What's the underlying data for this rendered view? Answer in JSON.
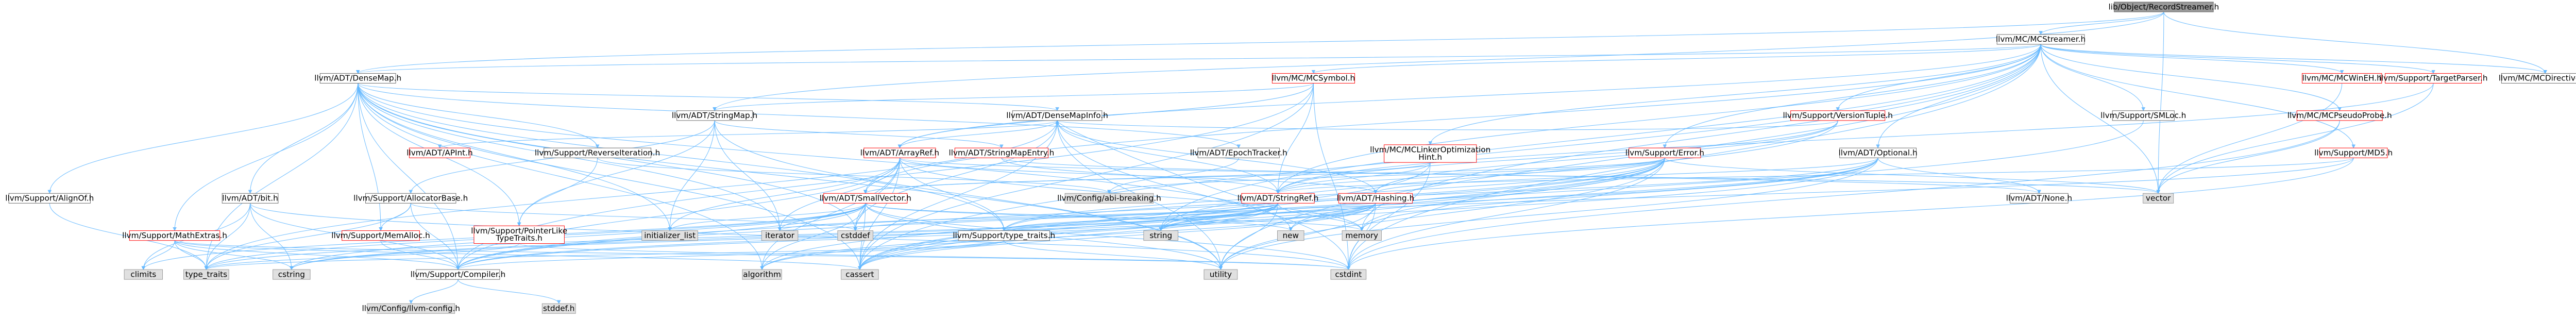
{
  "colors": {
    "edge": "#63b8ff",
    "node_fill": "#ffffff",
    "node_border_incomplete": "#ff0000",
    "node_border_complete": "#666666",
    "external_fill": "#e0e0e0",
    "external_border": "#999999",
    "root_fill": "#999999",
    "root_border": "#666666"
  },
  "nodes": [
    {
      "id": "root",
      "label": "lib/Object/RecordStreamer.h",
      "style": "root"
    },
    {
      "id": "mcstr",
      "label": "llvm/MC/MCStreamer.h",
      "style": "local"
    },
    {
      "id": "dmap",
      "label": "llvm/ADT/DenseMap.h",
      "style": "local"
    },
    {
      "id": "mcsym",
      "label": "llvm/MC/MCSymbol.h",
      "style": "incomplete"
    },
    {
      "id": "dmapi",
      "label": "llvm/ADT/DenseMapInfo.h",
      "style": "local"
    },
    {
      "id": "smap",
      "label": "llvm/ADT/StringMap.h",
      "style": "local"
    },
    {
      "id": "apint",
      "label": "llvm/ADT/APInt.h",
      "style": "incomplete"
    },
    {
      "id": "revit",
      "label": "llvm/Support/ReverseIteration.h",
      "style": "local"
    },
    {
      "id": "arref",
      "label": "llvm/ADT/ArrayRef.h",
      "style": "incomplete"
    },
    {
      "id": "smape",
      "label": "llvm/ADT/StringMapEntry.h",
      "style": "incomplete"
    },
    {
      "id": "epoch",
      "label": "llvm/ADT/EpochTracker.h",
      "style": "local"
    },
    {
      "id": "mclho",
      "label": "llvm/MC/MCLinkerOptimization\nHint.h",
      "style": "incomplete"
    },
    {
      "id": "verst",
      "label": "llvm/Support/VersionTuple.h",
      "style": "incomplete"
    },
    {
      "id": "serr",
      "label": "llvm/Support/Error.h",
      "style": "incomplete"
    },
    {
      "id": "optnl",
      "label": "llvm/ADT/Optional.h",
      "style": "local"
    },
    {
      "id": "smloc",
      "label": "llvm/Support/SMLoc.h",
      "style": "local"
    },
    {
      "id": "mcwin",
      "label": "llvm/MC/MCWinEH.h",
      "style": "incomplete"
    },
    {
      "id": "md5",
      "label": "llvm/Support/MD5.h",
      "style": "incomplete"
    },
    {
      "id": "mcpp",
      "label": "llvm/MC/MCPseudoProbe.h",
      "style": "incomplete"
    },
    {
      "id": "ttp",
      "label": "llvm/Support/TargetParser.h",
      "style": "incomplete"
    },
    {
      "id": "mcdir",
      "label": "llvm/MC/MCDirectives.h",
      "style": "local"
    },
    {
      "id": "align",
      "label": "llvm/Support/AlignOf.h",
      "style": "local"
    },
    {
      "id": "bit",
      "label": "llvm/ADT/bit.h",
      "style": "local"
    },
    {
      "id": "alloc",
      "label": "llvm/Support/AllocatorBase.h",
      "style": "local"
    },
    {
      "id": "svec",
      "label": "llvm/ADT/SmallVector.h",
      "style": "incomplete"
    },
    {
      "id": "sref",
      "label": "llvm/ADT/StringRef.h",
      "style": "incomplete"
    },
    {
      "id": "cfgbrk",
      "label": "llvm/Config/abi-breaking.h",
      "style": "external"
    },
    {
      "id": "hash",
      "label": "llvm/ADT/Hashing.h",
      "style": "incomplete"
    },
    {
      "id": "none",
      "label": "llvm/ADT/None.h",
      "style": "local"
    },
    {
      "id": "mext",
      "label": "llvm/Support/MathExtras.h",
      "style": "incomplete"
    },
    {
      "id": "memal",
      "label": "llvm/Support/MemAlloc.h",
      "style": "incomplete"
    },
    {
      "id": "ptrlk",
      "label": "llvm/Support/PointerLike\nTypeTraits.h",
      "style": "incomplete"
    },
    {
      "id": "inil",
      "label": "initializer_list",
      "style": "external"
    },
    {
      "id": "iter",
      "label": "iterator",
      "style": "external"
    },
    {
      "id": "cstdf",
      "label": "cstddef",
      "style": "external"
    },
    {
      "id": "typtr",
      "label": "llvm/Support/type_traits.h",
      "style": "local"
    },
    {
      "id": "strng",
      "label": "string",
      "style": "external"
    },
    {
      "id": "new",
      "label": "new",
      "style": "external"
    },
    {
      "id": "memory",
      "label": "memory",
      "style": "external"
    },
    {
      "id": "vector",
      "label": "vector",
      "style": "external"
    },
    {
      "id": "clim",
      "label": "climits",
      "style": "external"
    },
    {
      "id": "typet",
      "label": "type_traits",
      "style": "external"
    },
    {
      "id": "cstr",
      "label": "cstring",
      "style": "external"
    },
    {
      "id": "comp",
      "label": "llvm/Support/Compiler.h",
      "style": "local"
    },
    {
      "id": "algo",
      "label": "algorithm",
      "style": "external"
    },
    {
      "id": "cass",
      "label": "cassert",
      "style": "external"
    },
    {
      "id": "util",
      "label": "utility",
      "style": "external"
    },
    {
      "id": "cint",
      "label": "cstdint",
      "style": "external"
    },
    {
      "id": "cfgllvm",
      "label": "llvm/Config/llvm-config.h",
      "style": "external"
    },
    {
      "id": "stddef",
      "label": "stddef.h",
      "style": "external"
    }
  ],
  "edges": [
    [
      "root",
      "mcstr"
    ],
    [
      "root",
      "dmap"
    ],
    [
      "root",
      "smap"
    ],
    [
      "root",
      "mcdir"
    ],
    [
      "root",
      "vector"
    ],
    [
      "mcstr",
      "dmap"
    ],
    [
      "mcstr",
      "mcsym"
    ],
    [
      "mcstr",
      "mclho"
    ],
    [
      "mcstr",
      "verst"
    ],
    [
      "mcstr",
      "serr"
    ],
    [
      "mcstr",
      "optnl"
    ],
    [
      "mcstr",
      "smloc"
    ],
    [
      "mcstr",
      "mcwin"
    ],
    [
      "mcstr",
      "md5"
    ],
    [
      "mcstr",
      "mcpp"
    ],
    [
      "mcstr",
      "ttp"
    ],
    [
      "mcstr",
      "mcdir"
    ],
    [
      "mcstr",
      "arref"
    ],
    [
      "mcstr",
      "svec"
    ],
    [
      "mcstr",
      "sref"
    ],
    [
      "mcstr",
      "cass"
    ],
    [
      "mcstr",
      "cint"
    ],
    [
      "mcstr",
      "memory"
    ],
    [
      "mcstr",
      "strng"
    ],
    [
      "mcstr",
      "util"
    ],
    [
      "mcstr",
      "vector"
    ],
    [
      "dmap",
      "dmapi"
    ],
    [
      "dmap",
      "epoch"
    ],
    [
      "dmap",
      "align"
    ],
    [
      "dmap",
      "comp"
    ],
    [
      "dmap",
      "mext"
    ],
    [
      "dmap",
      "memal"
    ],
    [
      "dmap",
      "revit"
    ],
    [
      "dmap",
      "typtr"
    ],
    [
      "dmap",
      "algo"
    ],
    [
      "dmap",
      "cass"
    ],
    [
      "dmap",
      "cstdf"
    ],
    [
      "dmap",
      "inil"
    ],
    [
      "dmap",
      "iter"
    ],
    [
      "dmap",
      "new"
    ],
    [
      "dmap",
      "typet"
    ],
    [
      "dmap",
      "util"
    ],
    [
      "dmap",
      "bit"
    ],
    [
      "dmap",
      "ptrlk"
    ],
    [
      "mcsym",
      "smap"
    ],
    [
      "mcsym",
      "arref"
    ],
    [
      "mcsym",
      "sref"
    ],
    [
      "mcsym",
      "comp"
    ],
    [
      "mcsym",
      "cass"
    ],
    [
      "mcsym",
      "cint"
    ],
    [
      "dmapi",
      "apint"
    ],
    [
      "dmapi",
      "arref"
    ],
    [
      "dmapi",
      "hash"
    ],
    [
      "dmapi",
      "sref"
    ],
    [
      "dmapi",
      "cass"
    ],
    [
      "dmapi",
      "cstdf"
    ],
    [
      "dmapi",
      "cint"
    ],
    [
      "dmapi",
      "util"
    ],
    [
      "dmapi",
      "typet"
    ],
    [
      "smap",
      "smape"
    ],
    [
      "smap",
      "alloc"
    ],
    [
      "smap",
      "ptrlk"
    ],
    [
      "smap",
      "iter"
    ],
    [
      "smap",
      "inil"
    ],
    [
      "smap",
      "util"
    ],
    [
      "revit",
      "ptrlk"
    ],
    [
      "revit",
      "cfgbrk"
    ],
    [
      "arref",
      "svec"
    ],
    [
      "arref",
      "comp"
    ],
    [
      "arref",
      "hash"
    ],
    [
      "arref",
      "algo"
    ],
    [
      "arref",
      "iter"
    ],
    [
      "arref",
      "memory"
    ],
    [
      "arref",
      "vector"
    ],
    [
      "arref",
      "cass"
    ],
    [
      "arref",
      "cstdf"
    ],
    [
      "arref",
      "inil"
    ],
    [
      "arref",
      "typtr"
    ],
    [
      "smape",
      "sref"
    ],
    [
      "smape",
      "none"
    ],
    [
      "epoch",
      "cfgbrk"
    ],
    [
      "mclho",
      "sref"
    ],
    [
      "mclho",
      "svec"
    ],
    [
      "mclho",
      "cass"
    ],
    [
      "mclho",
      "cint"
    ],
    [
      "verst",
      "sref"
    ],
    [
      "verst",
      "hash"
    ],
    [
      "verst",
      "dmapi"
    ],
    [
      "verst",
      "strng"
    ],
    [
      "serr",
      "cfgbrk"
    ],
    [
      "serr",
      "svec"
    ],
    [
      "serr",
      "sref"
    ],
    [
      "serr",
      "comp"
    ],
    [
      "serr",
      "typtr"
    ],
    [
      "serr",
      "algo"
    ],
    [
      "serr",
      "cass"
    ],
    [
      "serr",
      "cint"
    ],
    [
      "serr",
      "memory"
    ],
    [
      "serr",
      "new"
    ],
    [
      "serr",
      "strng"
    ],
    [
      "serr",
      "util"
    ],
    [
      "serr",
      "vector"
    ],
    [
      "optnl",
      "none"
    ],
    [
      "optnl",
      "hash"
    ],
    [
      "optnl",
      "comp"
    ],
    [
      "optnl",
      "typtr"
    ],
    [
      "optnl",
      "cass"
    ],
    [
      "optnl",
      "memory"
    ],
    [
      "optnl",
      "new"
    ],
    [
      "optnl",
      "util"
    ],
    [
      "smloc",
      "cass"
    ],
    [
      "mcwin",
      "vector"
    ],
    [
      "md5",
      "sref"
    ],
    [
      "md5",
      "cint"
    ],
    [
      "md5",
      "strng"
    ],
    [
      "mcpp",
      "vector"
    ],
    [
      "mcpp",
      "cint"
    ],
    [
      "ttp",
      "sref"
    ],
    [
      "ttp",
      "vector"
    ],
    [
      "align",
      "typet"
    ],
    [
      "bit",
      "comp"
    ],
    [
      "bit",
      "cint"
    ],
    [
      "bit",
      "typet"
    ],
    [
      "bit",
      "cstr"
    ],
    [
      "bit",
      "clim"
    ],
    [
      "alloc",
      "comp"
    ],
    [
      "alloc",
      "memal"
    ],
    [
      "alloc",
      "cstdf"
    ],
    [
      "alloc",
      "typet"
    ],
    [
      "svec",
      "comp"
    ],
    [
      "svec",
      "algo"
    ],
    [
      "svec",
      "cass"
    ],
    [
      "svec",
      "cstdf"
    ],
    [
      "svec",
      "cstr"
    ],
    [
      "svec",
      "inil"
    ],
    [
      "svec",
      "iter"
    ],
    [
      "svec",
      "memory"
    ],
    [
      "svec",
      "new"
    ],
    [
      "svec",
      "typet"
    ],
    [
      "svec",
      "util"
    ],
    [
      "svec",
      "cint"
    ],
    [
      "svec",
      "clim"
    ],
    [
      "sref",
      "dmapi"
    ],
    [
      "sref",
      "comp"
    ],
    [
      "sref",
      "algo"
    ],
    [
      "sref",
      "cass"
    ],
    [
      "sref",
      "cstdf"
    ],
    [
      "sref",
      "cstr"
    ],
    [
      "sref",
      "iter"
    ],
    [
      "sref",
      "memory"
    ],
    [
      "sref",
      "strng"
    ],
    [
      "sref",
      "typet"
    ],
    [
      "sref",
      "util"
    ],
    [
      "hash",
      "typtr"
    ],
    [
      "hash",
      "comp"
    ],
    [
      "hash",
      "algo"
    ],
    [
      "hash",
      "cass"
    ],
    [
      "hash",
      "cstr"
    ],
    [
      "hash",
      "strng"
    ],
    [
      "hash",
      "util"
    ],
    [
      "hash",
      "cint"
    ],
    [
      "mext",
      "comp"
    ],
    [
      "mext",
      "cass"
    ],
    [
      "mext",
      "clim"
    ],
    [
      "mext",
      "cstr"
    ],
    [
      "mext",
      "typet"
    ],
    [
      "mext",
      "cint"
    ],
    [
      "memal",
      "comp"
    ],
    [
      "ptrlk",
      "typet"
    ],
    [
      "ptrlk",
      "cint"
    ],
    [
      "typtr",
      "comp"
    ],
    [
      "typtr",
      "typet"
    ],
    [
      "typtr",
      "util"
    ],
    [
      "comp",
      "cfgllvm"
    ],
    [
      "comp",
      "stddef"
    ]
  ]
}
